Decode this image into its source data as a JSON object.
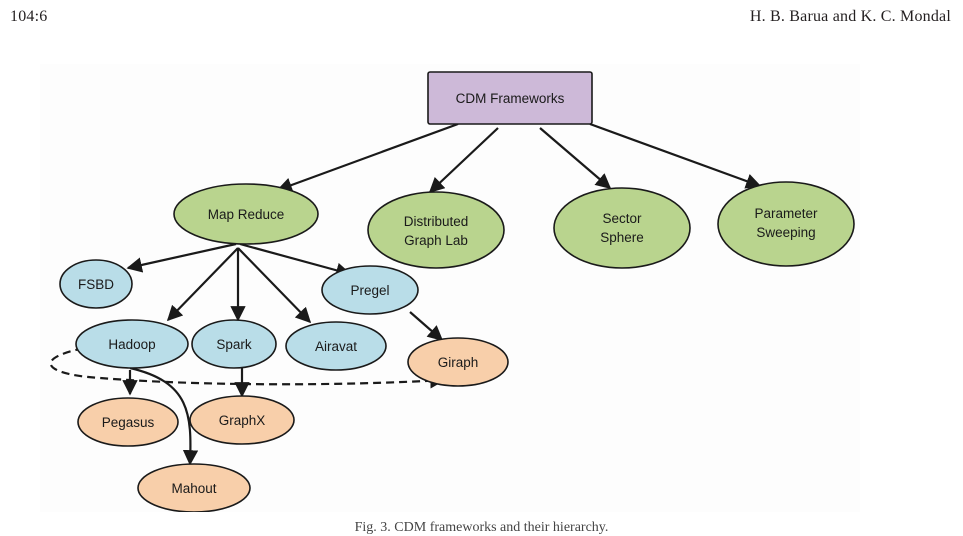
{
  "running_header": {
    "page": "104:6",
    "authors": "H. B. Barua and K. C. Mondal"
  },
  "colors": {
    "root": "#cdb9d8",
    "framework": "#b9d48e",
    "system": "#b9dde8",
    "library": "#f8cfaa",
    "stroke": "#1a1a1a"
  },
  "diagram": {
    "root": "CDM Frameworks",
    "frameworks": {
      "map_reduce": "Map Reduce",
      "distributed_graph_lab": [
        "Distributed",
        "Graph Lab"
      ],
      "sector_sphere": [
        "Sector",
        "Sphere"
      ],
      "parameter_sweeping": [
        "Parameter",
        "Sweeping"
      ]
    },
    "systems": {
      "fsbd": "FSBD",
      "pregel": "Pregel",
      "hadoop": "Hadoop",
      "spark": "Spark",
      "airavat": "Airavat"
    },
    "libraries": {
      "giraph": "Giraph",
      "pegasus": "Pegasus",
      "graphx": "GraphX",
      "mahout": "Mahout"
    }
  },
  "caption": "Fig. 3. CDM frameworks and their hierarchy."
}
